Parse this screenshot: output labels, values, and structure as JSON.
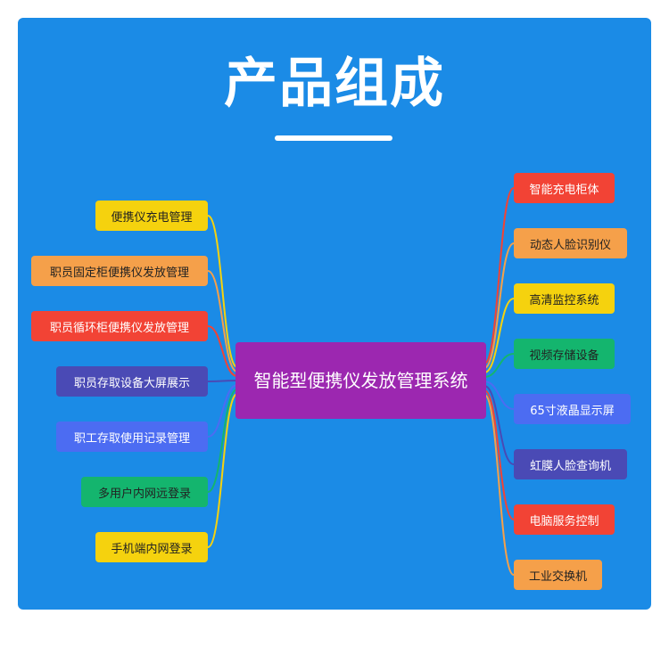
{
  "title": "产品组成",
  "center": "智能型便携仪发放管理系统",
  "colors": {
    "panel": "#1B8BE6",
    "center": "#9C27B0",
    "yellow": "#F5D20E",
    "orange": "#F5A04A",
    "red": "#F24335",
    "indigo": "#4A4AB5",
    "blue": "#4C6CF2",
    "green": "#14B56E"
  },
  "left_nodes": [
    {
      "label": "便携仪充电管理",
      "color": "#F5D20E",
      "text_color": "#222222"
    },
    {
      "label": "职员固定柜便携仪发放管理",
      "color": "#F5A04A",
      "text_color": "#222222"
    },
    {
      "label": "职员循环柜便携仪发放管理",
      "color": "#F24335",
      "text_color": "#ffffff"
    },
    {
      "label": "职员存取设备大屏展示",
      "color": "#4A4AB5",
      "text_color": "#ffffff"
    },
    {
      "label": "职工存取使用记录管理",
      "color": "#4C6CF2",
      "text_color": "#ffffff"
    },
    {
      "label": "多用户内网远登录",
      "color": "#14B56E",
      "text_color": "#222222"
    },
    {
      "label": "手机端内网登录",
      "color": "#F5D20E",
      "text_color": "#222222"
    }
  ],
  "right_nodes": [
    {
      "label": "智能充电柜体",
      "color": "#F24335",
      "text_color": "#ffffff"
    },
    {
      "label": "动态人脸识别仪",
      "color": "#F5A04A",
      "text_color": "#222222"
    },
    {
      "label": "高清监控系统",
      "color": "#F5D20E",
      "text_color": "#222222"
    },
    {
      "label": "视频存储设备",
      "color": "#14B56E",
      "text_color": "#222222"
    },
    {
      "label": "65寸液晶显示屏",
      "color": "#4C6CF2",
      "text_color": "#ffffff"
    },
    {
      "label": "虹膜人脸查询机",
      "color": "#4A4AB5",
      "text_color": "#ffffff"
    },
    {
      "label": "电脑服务控制",
      "color": "#F24335",
      "text_color": "#ffffff"
    },
    {
      "label": "工业交换机",
      "color": "#F5A04A",
      "text_color": "#222222"
    }
  ]
}
